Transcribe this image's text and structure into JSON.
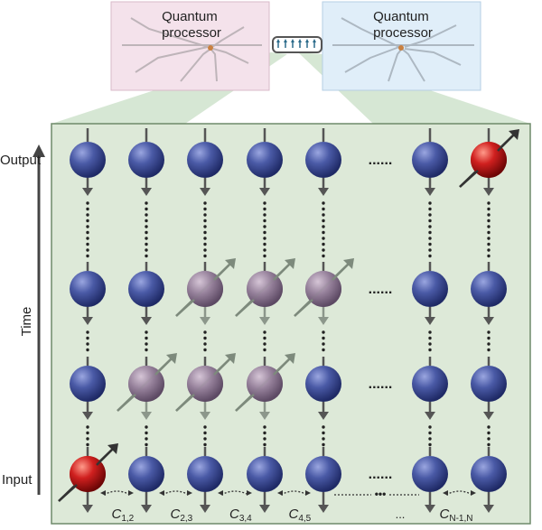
{
  "processors": {
    "left_label": "Quantum\nprocessor",
    "right_label": "Quantum\nprocessor"
  },
  "axis": {
    "output_label": "Output",
    "input_label": "Input",
    "time_label": "Time"
  },
  "grid": {
    "columns": 8,
    "ellipsis": "......",
    "couplings": [
      {
        "name": "C",
        "sub": "1,2"
      },
      {
        "name": "C",
        "sub": "2,3"
      },
      {
        "name": "C",
        "sub": "3,4"
      },
      {
        "name": "C",
        "sub": "4,5"
      },
      {
        "name": "...",
        "sub": ""
      },
      {
        "name": "C",
        "sub": "N-1,N"
      }
    ],
    "rows": [
      {
        "row": "output",
        "cells": [
          "blue",
          "blue",
          "blue",
          "blue",
          "blue",
          "gap",
          "blue",
          "red"
        ]
      },
      {
        "row": "mid_top",
        "cells": [
          "blue",
          "blue",
          "purple",
          "purple",
          "purple",
          "gap",
          "blue",
          "blue"
        ]
      },
      {
        "row": "mid_bottom",
        "cells": [
          "blue",
          "purple",
          "purple",
          "purple",
          "blue",
          "gap",
          "blue",
          "blue"
        ]
      },
      {
        "row": "input",
        "cells": [
          "red",
          "blue",
          "blue",
          "blue",
          "blue",
          "gap",
          "blue",
          "blue"
        ]
      }
    ]
  },
  "colors": {
    "panel_fill": "#dde9d8",
    "panel_border": "#6f8a6a",
    "qubit_blue": "#3b4a8f",
    "qubit_purple": "#8e7891",
    "qubit_red": "#c0171b",
    "pink_box": "#f3e1ea",
    "blue_box": "#dfeef8"
  }
}
